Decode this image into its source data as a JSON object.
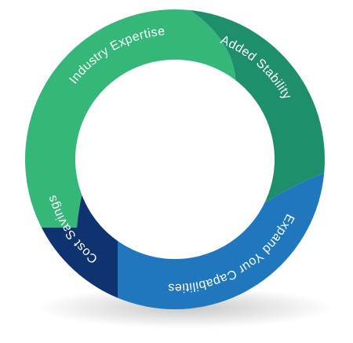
{
  "diagram": {
    "segments": [
      {
        "id": "industry-expertise",
        "label": "Industry Expertise",
        "color": "#35b779"
      },
      {
        "id": "added-stability",
        "label": "Added Stability",
        "color": "#1f8f6b"
      },
      {
        "id": "expand-capabilities",
        "label": "Expand Your Capabilities",
        "color": "#1f78bd"
      },
      {
        "id": "cost-savings",
        "label": "Cost Savings",
        "color": "#0f3271"
      }
    ],
    "shadow_color": "#cfcfcf"
  }
}
